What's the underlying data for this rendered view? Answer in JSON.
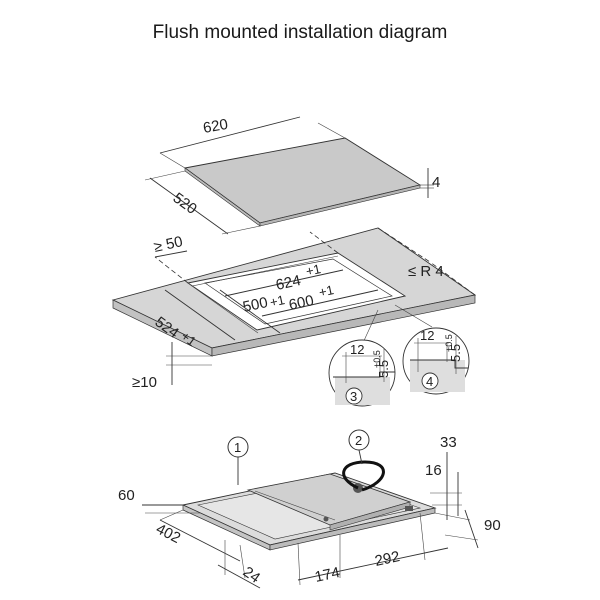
{
  "title": "Flush mounted installation diagram",
  "hob_panel": {
    "width": "620",
    "depth": "520",
    "thickness": "4"
  },
  "worktop": {
    "min_edge": "≥ 50",
    "radius": "≤ R 4",
    "cutout_outer_w": "624",
    "cutout_outer_w_tol": "+1",
    "cutout_inner_w": "600",
    "cutout_inner_w_tol": "+1",
    "cutout_outer_d": "524",
    "cutout_outer_d_tol": "+1",
    "cutout_inner_d": "500",
    "cutout_inner_d_tol": "+1",
    "min_thickness": "≥10"
  },
  "details": [
    {
      "num": "3",
      "w": "12",
      "d": "5.5",
      "tol": "+0.5"
    },
    {
      "num": "4",
      "w": "12",
      "d": "5.5",
      "tol": "+0.5"
    }
  ],
  "bottom": {
    "callout_1": "1",
    "callout_2": "2",
    "d_60": "60",
    "d_402": "402",
    "d_24": "24",
    "d_174": "174",
    "d_292": "292",
    "d_90": "90",
    "d_33": "33",
    "d_16": "16"
  },
  "colors": {
    "panel_fill": "#c9c9c9",
    "worktop_fill": "#d6d6d6",
    "line": "#333333"
  }
}
